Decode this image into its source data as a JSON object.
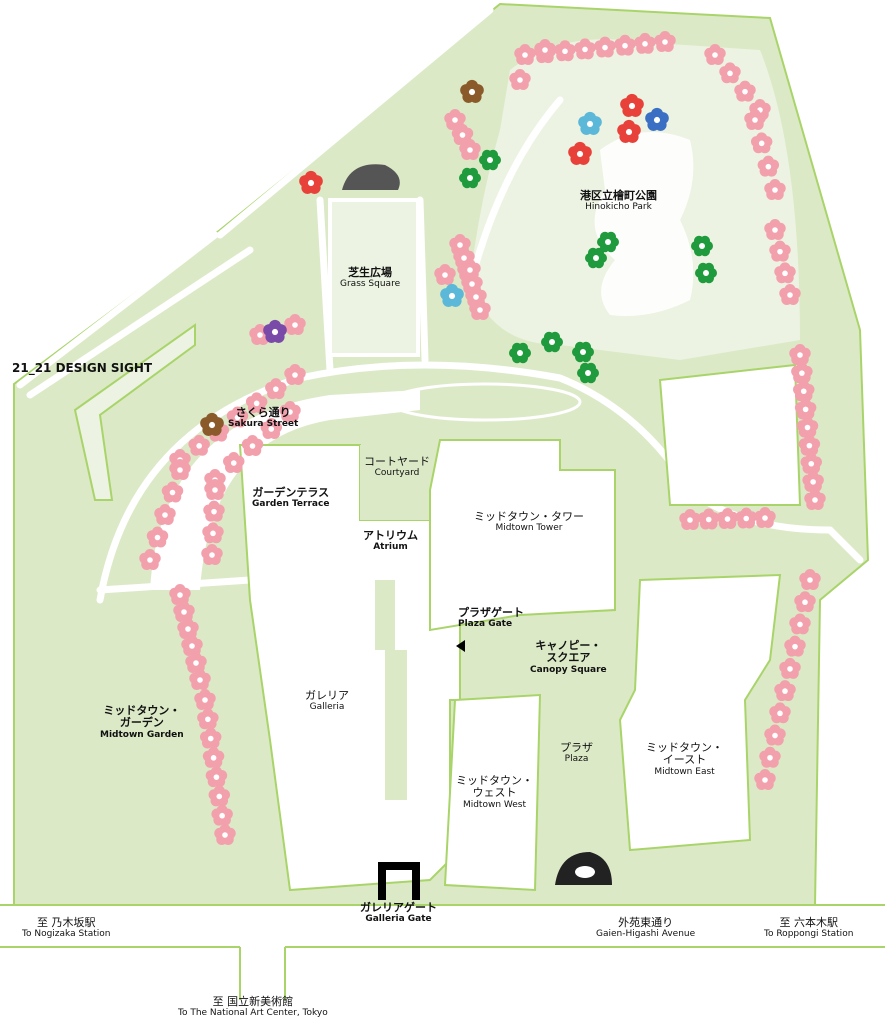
{
  "labels": {
    "design_sight": "21_21 DESIGN SIGHT",
    "hinokicho_park": {
      "jp": "港区立檜町公園",
      "en": "Hinokicho Park"
    },
    "grass_square": {
      "jp": "芝生広場",
      "en": "Grass Square"
    },
    "sakura_street": {
      "jp": "さくら通り",
      "en": "Sakura Street"
    },
    "courtyard": {
      "jp": "コートヤード",
      "en": "Courtyard"
    },
    "garden_terrace": {
      "jp": "ガーデンテラス",
      "en": "Garden Terrace"
    },
    "midtown_tower": {
      "jp": "ミッドタウン・タワー",
      "en": "Midtown Tower"
    },
    "atrium": {
      "jp": "アトリウム",
      "en": "Atrium"
    },
    "plaza_gate": {
      "jp": "プラザゲート",
      "en": "Plaza Gate"
    },
    "canopy_square": {
      "jp1": "キャノピー・",
      "jp2": "スクエア",
      "en": "Canopy Square"
    },
    "galleria": {
      "jp": "ガレリア",
      "en": "Galleria"
    },
    "midtown_garden": {
      "jp1": "ミッドタウン・",
      "jp2": "ガーデン",
      "en": "Midtown Garden"
    },
    "plaza": {
      "jp": "プラザ",
      "en": "Plaza"
    },
    "midtown_east": {
      "jp1": "ミッドタウン・",
      "jp2": "イースト",
      "en": "Midtown East"
    },
    "midtown_west": {
      "jp1": "ミッドタウン・",
      "jp2": "ウェスト",
      "en": "Midtown West"
    },
    "galleria_gate": {
      "jp": "ガレリアゲート",
      "en": "Galleria Gate"
    },
    "nogizaka": {
      "jp": "至 乃木坂駅",
      "en": "To Nogizaka Station"
    },
    "gaien_higashi": {
      "jp": "外苑東通り",
      "en": "Gaien-Higashi Avenue"
    },
    "roppongi": {
      "jp": "至 六本木駅",
      "en": "To Roppongi Station"
    },
    "national_art_center": {
      "jp": "至 国立新美術館",
      "en": "To The National Art Center, Tokyo"
    }
  },
  "colors": {
    "ground": "#dbe9c6",
    "park_light": "#ecf3e2",
    "border_green": "#a9d46a",
    "building": "#ffffff",
    "sakura_pink": "#f3a0ad",
    "blossom_red": "#e8413a",
    "blossom_blue": "#3a6fc4",
    "blossom_cyan": "#5bb8d8",
    "blossom_purple": "#7a4aa8",
    "blossom_brown": "#8a5a2b",
    "tree_green": "#1f9a3c",
    "text": "#111111"
  },
  "icons": {
    "blossom": "cherry-blossom-icon",
    "tree": "tree-icon",
    "rock": "rock-sculpture-icon",
    "gate": "gate-icon",
    "arrow": "triangle-pointer-icon"
  }
}
